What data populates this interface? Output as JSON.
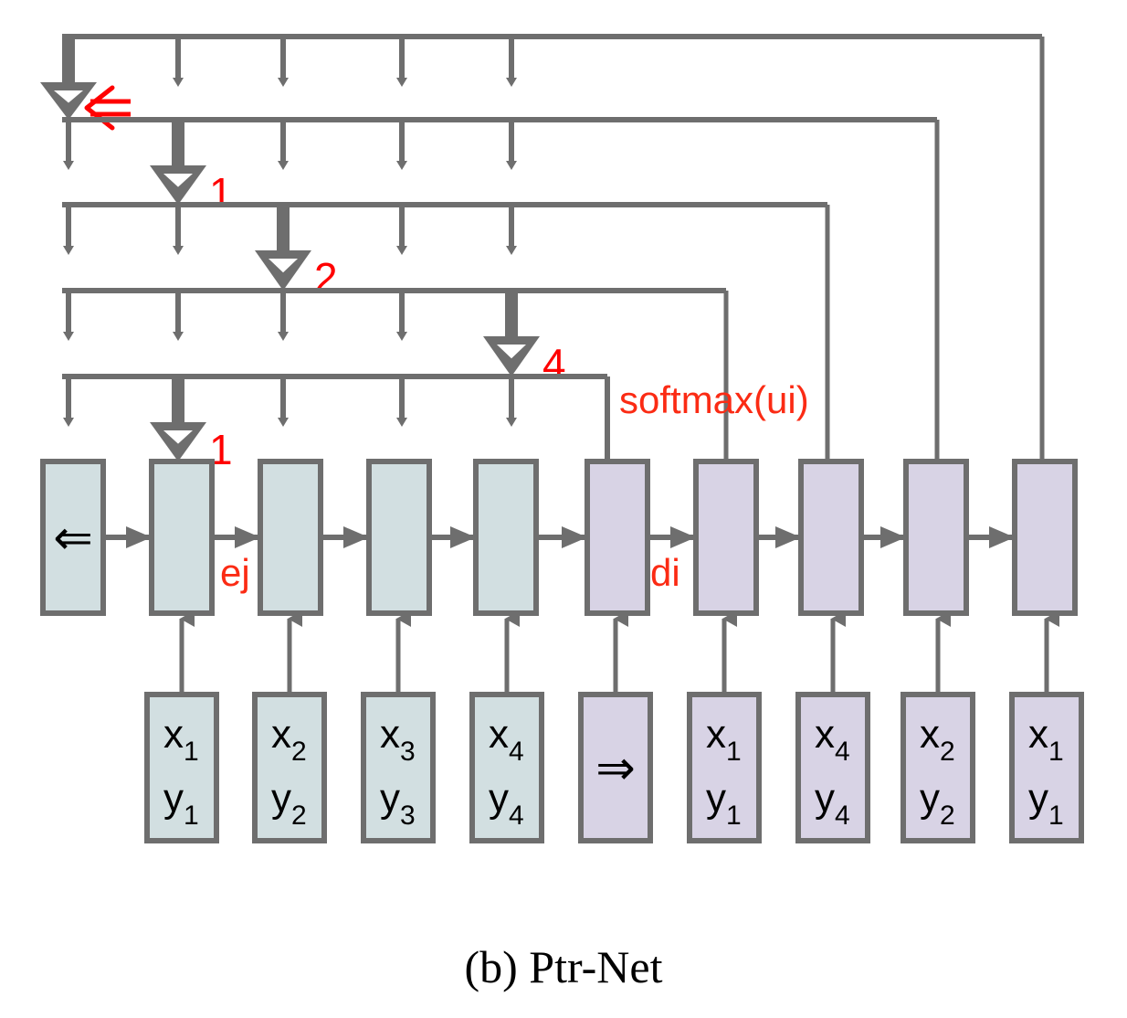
{
  "figure": {
    "caption": "(b) Ptr-Net",
    "colors": {
      "encoder_fill": "#d2dfe1",
      "decoder_fill": "#d8d3e5",
      "stroke": "#6e6e6e",
      "red": "#ff0000",
      "red_label": "#fb2b14",
      "black": "#000000",
      "background": "#ffffff"
    }
  },
  "labels": {
    "softmax": "softmax(ui)",
    "ej": "ej",
    "di": "di"
  },
  "pointer_rows": [
    {
      "index": 0,
      "selected_slot": 0,
      "label": "⇐",
      "label_kind": "arrow"
    },
    {
      "index": 1,
      "selected_slot": 1,
      "label": "1",
      "label_kind": "number"
    },
    {
      "index": 2,
      "selected_slot": 2,
      "label": "2",
      "label_kind": "number"
    },
    {
      "index": 3,
      "selected_slot": 4,
      "label": "4",
      "label_kind": "number"
    },
    {
      "index": 4,
      "selected_slot": 1,
      "label": "1",
      "label_kind": "number"
    }
  ],
  "encoder_cells": [
    {
      "id": "enc0",
      "glyph": "⇐"
    },
    {
      "id": "enc1",
      "glyph": ""
    },
    {
      "id": "enc2",
      "glyph": ""
    },
    {
      "id": "enc3",
      "glyph": ""
    },
    {
      "id": "enc4",
      "glyph": ""
    }
  ],
  "decoder_cells": [
    {
      "id": "dec0"
    },
    {
      "id": "dec1"
    },
    {
      "id": "dec2"
    },
    {
      "id": "dec3"
    },
    {
      "id": "dec4"
    }
  ],
  "encoder_inputs": [
    {
      "top": "x",
      "top_sub": "1",
      "bottom": "y",
      "bottom_sub": "1"
    },
    {
      "top": "x",
      "top_sub": "2",
      "bottom": "y",
      "bottom_sub": "2"
    },
    {
      "top": "x",
      "top_sub": "3",
      "bottom": "y",
      "bottom_sub": "3"
    },
    {
      "top": "x",
      "top_sub": "4",
      "bottom": "y",
      "bottom_sub": "4"
    }
  ],
  "decoder_start_input": {
    "glyph": "⇒"
  },
  "decoder_inputs": [
    {
      "top": "x",
      "top_sub": "1",
      "bottom": "y",
      "bottom_sub": "1"
    },
    {
      "top": "x",
      "top_sub": "4",
      "bottom": "y",
      "bottom_sub": "4"
    },
    {
      "top": "x",
      "top_sub": "2",
      "bottom": "y",
      "bottom_sub": "2"
    },
    {
      "top": "x",
      "top_sub": "1",
      "bottom": "y",
      "bottom_sub": "1"
    }
  ]
}
